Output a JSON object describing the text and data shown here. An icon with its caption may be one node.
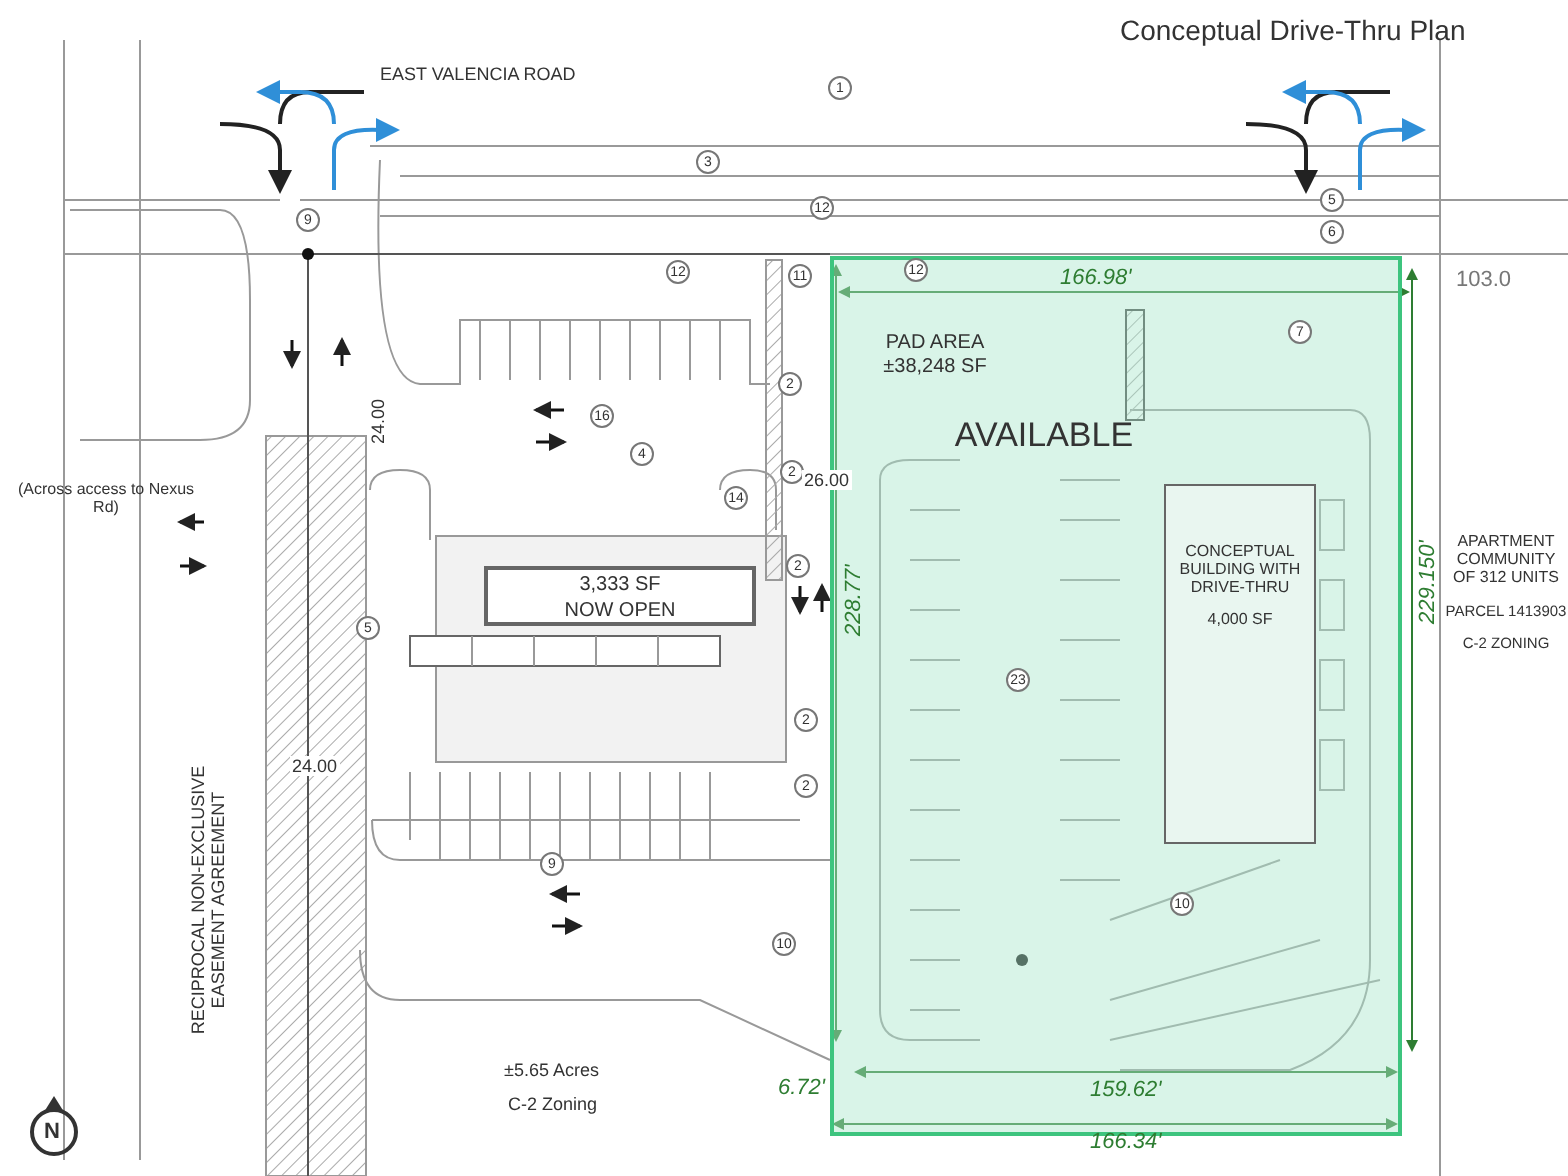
{
  "diagram": {
    "title": "Conceptual Drive-Thru Plan",
    "nodes": [
      {
        "text": [
          "PAD AREA ±38,248 SF",
          "AVAILABLE"
        ]
      },
      {
        "text": [
          "CONCEPTUAL BUILDING WITH DRIVE-THRU",
          "4,000 SF"
        ],
        "in": 0
      },
      {
        "text": [
          "3,333 SF",
          "NOW OPEN"
        ]
      }
    ],
    "edges": [],
    "labels": [
      "EAST VALENCIA ROAD",
      "1",
      "3",
      "12",
      "5",
      "9",
      "6",
      "12",
      "11",
      "12",
      "166.98'",
      "103.0",
      "7",
      "2",
      "16",
      "24.00",
      "4",
      "2",
      "26.00",
      "14",
      "(Across access to Nexus Rd)",
      "2",
      "APARTMENT COMMUNITY OF 312 UNITS",
      "5",
      "PARCEL 1413903",
      "C-2 ZONING",
      "228.77'",
      "23",
      "229.150'",
      "2",
      "24.00",
      "2",
      "9",
      "10",
      "10",
      "RECIPROCAL NON-EXCLUSIVE EASEMENT AGREEMENT",
      "±5.65 Acres",
      "6.72'",
      "C-2 Zoning",
      "159.62'",
      "166.34'",
      "N"
    ]
  }
}
